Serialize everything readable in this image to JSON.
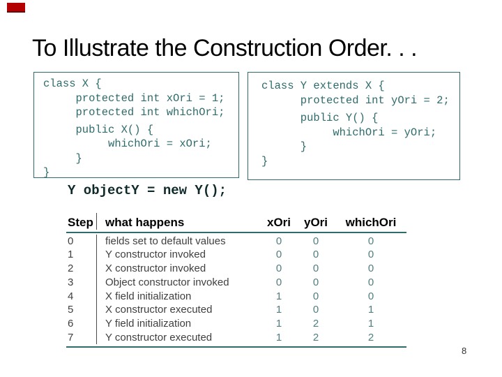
{
  "slide": {
    "title": "To Illustrate the Construction Order. . .",
    "object_line": "Y objectY = new Y();",
    "page_number": "8"
  },
  "code": {
    "class_x": {
      "lines": [
        "class X {",
        "     protected int xOri = 1;",
        "     protected int whichOri;",
        "     public X() {",
        "          whichOri = xOri;",
        "     }",
        "}"
      ]
    },
    "class_y": {
      "lines": [
        "class Y extends X {",
        "      protected int yOri = 2;",
        "      public Y() {",
        "           whichOri = yOri;",
        "      }",
        "}"
      ]
    }
  },
  "table": {
    "headers": {
      "step": "Step",
      "what": "what happens",
      "xOri": "xOri",
      "yOri": "yOri",
      "whichOri": "whichOri"
    },
    "rows": [
      {
        "step": "0",
        "desc": "fields set to default values",
        "xOri": "0",
        "yOri": "0",
        "whichOri": "0"
      },
      {
        "step": "1",
        "desc": "Y constructor invoked",
        "xOri": "0",
        "yOri": "0",
        "whichOri": "0"
      },
      {
        "step": "2",
        "desc": "X constructor invoked",
        "xOri": "0",
        "yOri": "0",
        "whichOri": "0"
      },
      {
        "step": "3",
        "desc": "Object constructor invoked",
        "xOri": "0",
        "yOri": "0",
        "whichOri": "0"
      },
      {
        "step": "4",
        "desc": "X field initialization",
        "xOri": "1",
        "yOri": "0",
        "whichOri": "0"
      },
      {
        "step": "5",
        "desc": "X constructor executed",
        "xOri": "1",
        "yOri": "0",
        "whichOri": "1"
      },
      {
        "step": "6",
        "desc": "Y field initialization",
        "xOri": "1",
        "yOri": "2",
        "whichOri": "1"
      },
      {
        "step": "7",
        "desc": "Y constructor executed",
        "xOri": "1",
        "yOri": "2",
        "whichOri": "2"
      }
    ]
  },
  "colors": {
    "code_teal": "#2e6b6b",
    "value_teal": "#4f7f7f",
    "rule_teal": "#2e6b6b",
    "divider_gray": "#4a4a4a",
    "accent_red": "#b30000",
    "title_black": "#000000"
  }
}
